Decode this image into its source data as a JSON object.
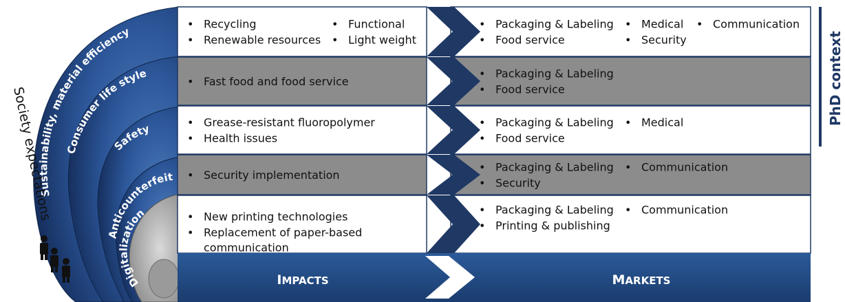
{
  "left_panel": {
    "society_label": "Society expectations",
    "bands": [
      "Sustainability, material efficiency",
      "Consumer life style",
      "Safety",
      "Anticounterfeiting",
      "Digitalization"
    ]
  },
  "rows": [
    {
      "impacts": [
        [
          "Recycling",
          "Functional"
        ],
        [
          "Renewable resources",
          "Light weight"
        ]
      ],
      "markets": [
        [
          "Packaging & Labeling",
          "Medical",
          "Communication"
        ],
        [
          "Food service",
          "Security"
        ]
      ]
    },
    {
      "impacts": [
        [
          "Fast food and food service"
        ]
      ],
      "markets": [
        [
          "Packaging & Labeling"
        ],
        [
          "Food service"
        ]
      ]
    },
    {
      "impacts": [
        [
          "Grease-resistant fluoropolymer"
        ],
        [
          "Health issues"
        ]
      ],
      "markets": [
        [
          "Packaging & Labeling",
          "Medical"
        ],
        [
          "Food service"
        ]
      ]
    },
    {
      "impacts": [
        [
          "Security implementation"
        ]
      ],
      "markets": [
        [
          "Packaging & Labeling",
          "Communication"
        ],
        [
          "Security"
        ]
      ]
    },
    {
      "impacts": [
        [
          "New printing technologies"
        ],
        [
          "Replacement of paper-based",
          "communication"
        ]
      ],
      "markets": [
        [
          "Packaging & Labeling",
          "Communication"
        ],
        [
          "Printing & publishing"
        ]
      ]
    }
  ],
  "bottom": {
    "impacts_first": "I",
    "impacts_rest": "MPACTS",
    "markets_first": "M",
    "markets_rest": "ARKETS"
  },
  "side_label": "PhD context",
  "colors": {
    "navy": "#1f3864",
    "blue": "#2e5c9a",
    "gray_row": "#8c8c8c",
    "white_row": "#ffffff"
  }
}
